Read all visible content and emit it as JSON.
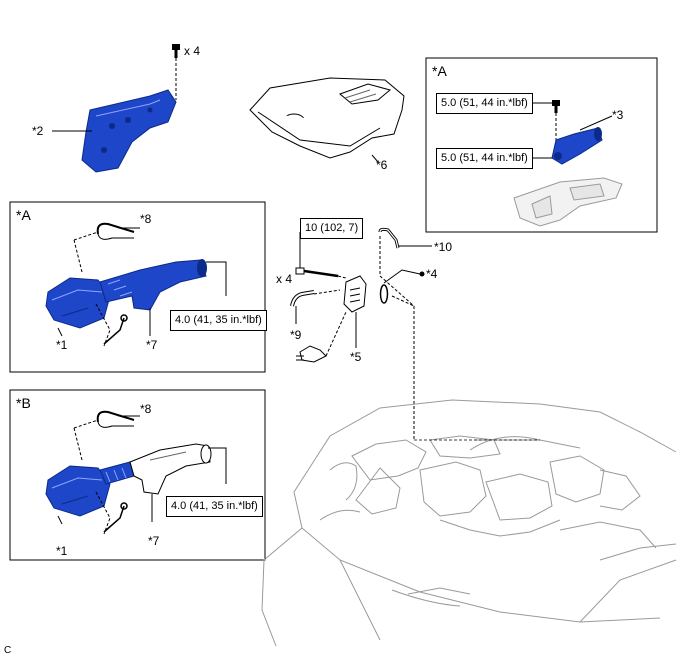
{
  "colors": {
    "part_blue": "#1e46c8",
    "part_blue_dark": "#0c2a8a",
    "line": "#000000",
    "outline_gray": "#9a9a9a"
  },
  "icons": {
    "bolt": "bolt-icon",
    "dot": "dot-icon"
  },
  "labels": {
    "x4_top": "x 4",
    "x4_mid": "x 4",
    "p2": "*2",
    "p6": "*6",
    "p3": "*3",
    "p10": "*10",
    "p4": "*4",
    "p9": "*9",
    "p5": "*5",
    "pA1": "*1",
    "pA7": "*7",
    "pA8": "*8",
    "pB1": "*1",
    "pB7": "*7",
    "pB8": "*8",
    "corner": "C"
  },
  "frames": {
    "A_right": {
      "title": "*A"
    },
    "A_left": {
      "title": "*A"
    },
    "B_left": {
      "title": "*B"
    }
  },
  "torques": {
    "right_top": "5.0 (51, 44 in.*lbf)",
    "right_bottom": "5.0 (51, 44 in.*lbf)",
    "center": "10 (102, 7)",
    "A": "4.0 (41, 35 in.*lbf)",
    "B": "4.0 (41, 35 in.*lbf)"
  }
}
